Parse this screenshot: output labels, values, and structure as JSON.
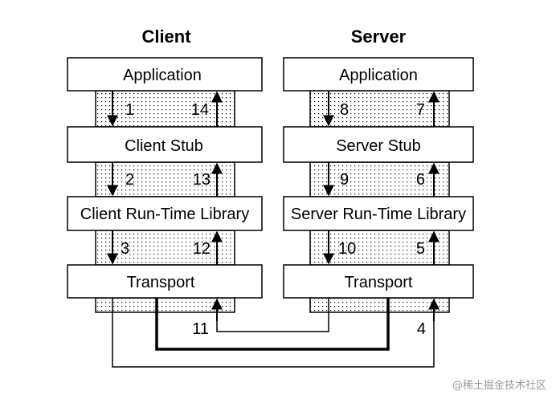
{
  "headers": {
    "client": "Client",
    "server": "Server"
  },
  "client": {
    "layers": [
      "Application",
      "Client Stub",
      "Client Run-Time Library",
      "Transport"
    ],
    "steps": {
      "down": [
        "1",
        "2",
        "3"
      ],
      "up": [
        "14",
        "13",
        "12"
      ],
      "return": "11"
    }
  },
  "server": {
    "layers": [
      "Application",
      "Server Stub",
      "Server Run-Time Library",
      "Transport"
    ],
    "steps": {
      "down": [
        "8",
        "9",
        "10"
      ],
      "up": [
        "7",
        "6",
        "5"
      ],
      "incoming": "4"
    }
  },
  "watermark": "@稀土掘金技术社区"
}
